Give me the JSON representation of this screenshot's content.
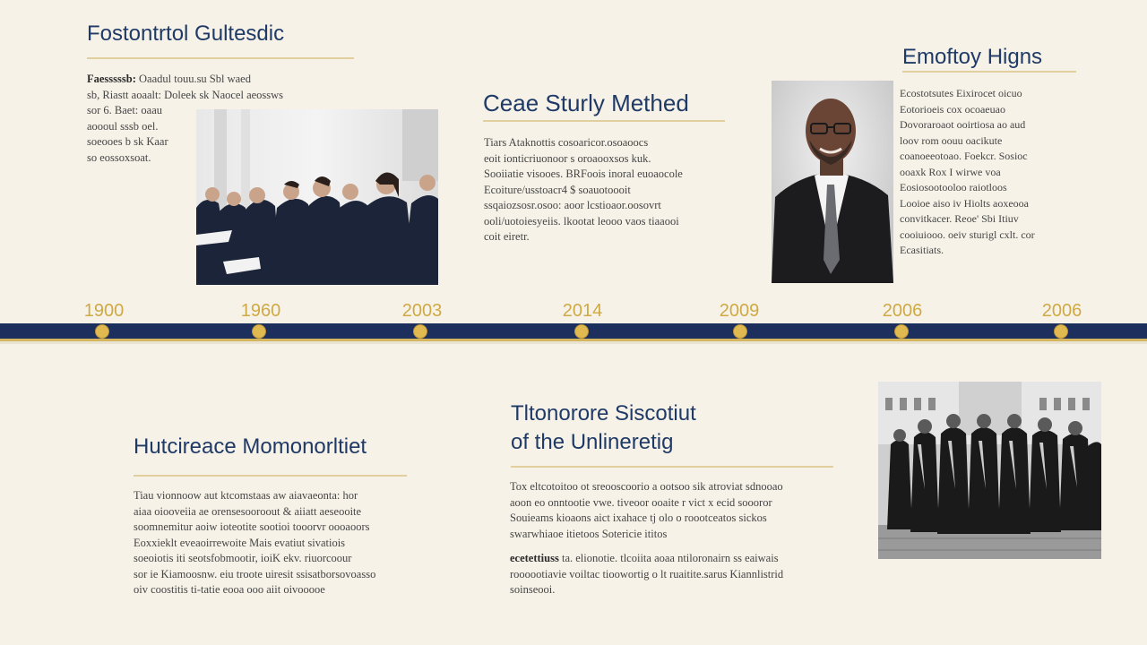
{
  "sections": {
    "top_left": {
      "title": "Fostontrtol Gultesdic",
      "lines": [
        {
          "lead": "Faesssssb:",
          "text": " Oaadul touu.su Sbl waed"
        },
        {
          "lead": "",
          "text": "sb, Riastt aoaalt: Doleek sk Naocel aeossws"
        },
        {
          "lead": "",
          "text": "sor 6. Baet: oaau"
        },
        {
          "lead": "",
          "text": "aoooul sssb oel."
        },
        {
          "lead": "",
          "text": "soeooes b sk Kaar"
        },
        {
          "lead": "",
          "text": "so eossoxsoat."
        }
      ]
    },
    "top_middle": {
      "title": "Ceae Sturly Methed",
      "lines": [
        "Tiars Ataknottis cosoaricor.osoaoocs",
        "eoit ionticriuonoor s oroaooxsos kuk.",
        "Sooiiatie visooes. BRFoois inoral euoaocole",
        "Ecoiture/usstoacr4 $ soauotoooit",
        "ssqaiozsosr.osoo: aoor lcstioaor.oosovrt",
        "ooli/uotoiesyeiis. lkootat leooo vaos tiaaooi",
        "coit eiretr."
      ]
    },
    "top_right": {
      "title": "Emoftoy Higns",
      "lines": [
        "Ecostotsutes Eixirocet oicuo",
        "Eotorioeis  cox  ocoaeuao",
        "Dovoraroaot ooirtiosa ao aud",
        "loov rom oouu oacikute",
        "coanoeeotoao.  Foekcr. Sosioc",
        "ooaxk Rox I wirwe voa",
        "Eosiosootooloo raiotloos",
        "Looioe aiso iv Hiolts aoxeooa",
        "convitkacer. Reoe' Sbi Itiuv",
        "cooiuiooo. oeiv sturigl cxlt. cor",
        "Ecasitiats."
      ]
    },
    "bottom_left": {
      "title": "Hutcireace Momonorltiet",
      "lines": [
        "Tiau vionnoow aut ktcomstaas aw aiavaeonta: hor",
        "aiaa oiooveiia  ae orensesooroout & aiiatt aeseooite",
        "soomnemitur aoiw ioteotite sootioi tooorvr oooaoors",
        "Eoxxieklt eveaoirrewoite  Mais evatiut sivatiois",
        "soeoiotis iti seotsfobmootir, ioiK ekv. riuorcoour",
        "sor ie Kiamoosnw. eiu troote  uiresit ssisatborsovoasso",
        "oiv coostitis ti-tatie eooa ooo aiit oivooooe"
      ]
    },
    "bottom_middle": {
      "title_lines": [
        "Tltonorore Siscotiut",
        "of the Unlineretig"
      ],
      "lines": [
        {
          "lead": "",
          "text": "Tox eltcotoitoo ot sreooscoorio a ootsoo sik atroviat sdnooao"
        },
        {
          "lead": "",
          "text": "aoon eo onntootie vwe. tiveoor ooaite r vict x ecid soooror"
        },
        {
          "lead": "",
          "text": "Souieams kioaons  aict  ixahace tj olo o roootceatos sickos"
        },
        {
          "lead": "",
          "text": "swarwhiaoe  itietoos Sotericie ititos"
        },
        {
          "lead": "",
          "text": ""
        },
        {
          "lead": "ecetettiuss",
          "text": " ta.  elionotie. tlcoiita aoaa ntiloronairn ss eaiwais"
        },
        {
          "lead": "",
          "text": "roooootiavie voiltac tioowortig o lt ruaitite.sarus Kiannlistrid"
        },
        {
          "lead": "",
          "text": "soinseooi."
        }
      ]
    }
  },
  "timeline": {
    "years": [
      "1900",
      "1960",
      "2003",
      "2014",
      "2009",
      "2006",
      "2006"
    ]
  },
  "photos": {
    "graduates_row": "graduates-photo",
    "professor_portrait": "portrait-photo",
    "university_group": "group-photo"
  },
  "colors": {
    "background": "#f6f2e8",
    "navy": "#1d2f5c",
    "gold": "#d5b55e",
    "heading": "#1f3a66",
    "year": "#cfa944"
  }
}
